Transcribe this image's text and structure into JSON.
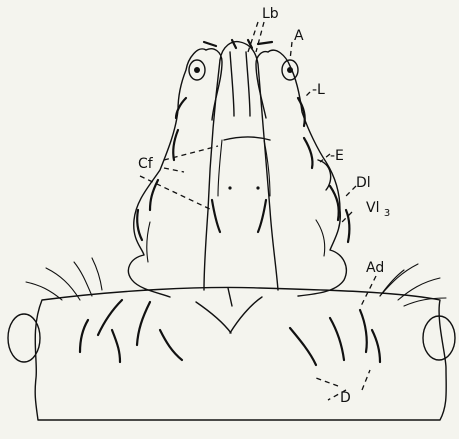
{
  "figure": {
    "labels": {
      "lb": "Lb",
      "a": "A",
      "l": "-L",
      "e": "-E",
      "dl": "Dl",
      "vl3_base": "Vl",
      "vl3_sub": "3",
      "cf": "Cf",
      "ad": "Ad",
      "d": "D"
    }
  }
}
